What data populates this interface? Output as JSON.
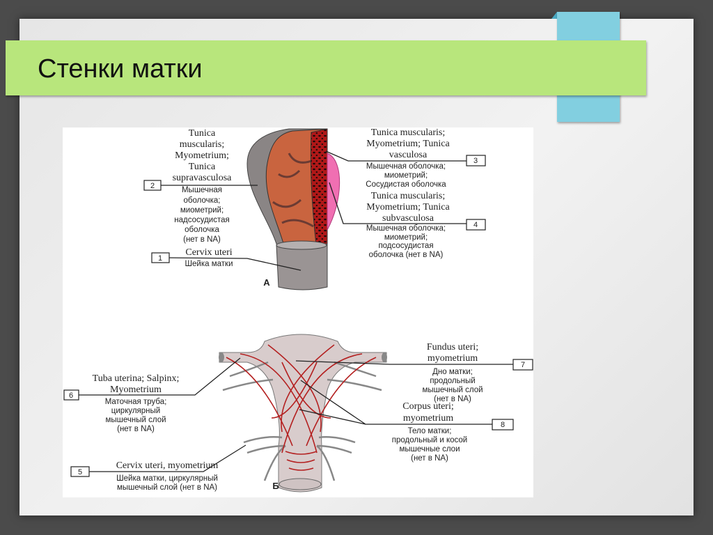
{
  "slide": {
    "title": "Стенки матки"
  },
  "colors": {
    "banner": "#b8e67c",
    "accent_tab": "#82cfe0",
    "background": "#4b4b4b",
    "panel": "#e8e8e8"
  },
  "figure_a": {
    "letter": "А",
    "label_2": {
      "number": "2",
      "latin": [
        "Tunica",
        "muscularis;",
        "Myometrium;",
        "Tunica",
        "supravasculosa"
      ],
      "russian": [
        "Мышечная",
        "оболочка;",
        "миометрий;",
        "надсосудистая",
        "оболочка",
        "(нет в NA)"
      ]
    },
    "label_1": {
      "number": "1",
      "latin": [
        "Cervix uteri"
      ],
      "russian": [
        "Шейка матки"
      ]
    },
    "label_3": {
      "number": "3",
      "latin": [
        "Tunica muscularis;",
        "Myometrium; Tunica",
        "vasculosa"
      ],
      "russian": [
        "Мышечная оболочка;",
        "миометрий;",
        "Сосудистая оболочка"
      ]
    },
    "label_4": {
      "number": "4",
      "latin": [
        "Tunica muscularis;",
        "Myometrium; Tunica",
        "subvasculosa"
      ],
      "russian": [
        "Мышечная оболочка;",
        "миометрий;",
        "подсосудистая",
        "оболочка (нет в NA)"
      ]
    }
  },
  "figure_b": {
    "letter": "Б",
    "label_6": {
      "number": "6",
      "latin": [
        "Tuba uterina; Salpinx;",
        "Myometrium"
      ],
      "russian": [
        "Маточная труба;",
        "циркулярный",
        "мышечный слой",
        "(нет в NA)"
      ]
    },
    "label_5": {
      "number": "5",
      "latin": [
        "Cervix uteri, myometrium"
      ],
      "russian": [
        "Шейка матки, циркулярный",
        "мышечный слой (нет в NA)"
      ]
    },
    "label_7": {
      "number": "7",
      "latin": [
        "Fundus uteri;",
        "myometrium"
      ],
      "russian": [
        "Дно матки;",
        "продольный",
        "мышечный слой",
        "(нет в NA)"
      ]
    },
    "label_8": {
      "number": "8",
      "latin": [
        "Corpus uteri;",
        "myometrium"
      ],
      "russian": [
        "Тело матки;",
        "продольный и косой",
        "мышечные слои",
        "(нет в NA)"
      ]
    }
  }
}
